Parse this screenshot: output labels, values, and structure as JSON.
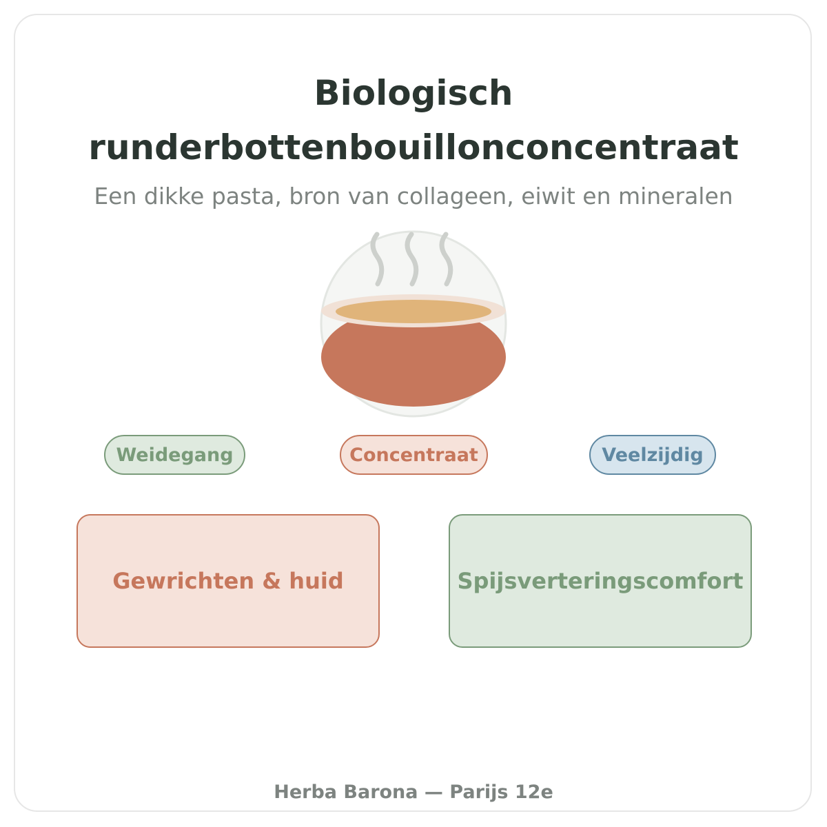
{
  "header": {
    "title_line1": "Biologisch",
    "title_line2": "runderbottenbouillonconcentraat",
    "subtitle": "Een dikke pasta, bron van collageen, eiwit en mineralen"
  },
  "illustration": {
    "icon": "steaming-soup-bowl-icon"
  },
  "tags": [
    {
      "label": "Weidegang"
    },
    {
      "label": "Concentraat"
    },
    {
      "label": "Veelzijdig"
    }
  ],
  "benefits": [
    {
      "label": "Gewrichten & huid"
    },
    {
      "label": "Spijsverteringscomfort"
    }
  ],
  "footer": {
    "text": "Herba Barona — Parijs 12e"
  },
  "colors": {
    "title": "#2b3631",
    "muted": "#7d8380",
    "terracotta": "#c6775c",
    "terracotta_fill": "#f6e2da",
    "sage": "#7a9b7a",
    "sage_fill": "#dfeadf",
    "blue": "#5f88a2",
    "blue_fill": "#d7e5ee",
    "broth": "#e0b47a"
  }
}
